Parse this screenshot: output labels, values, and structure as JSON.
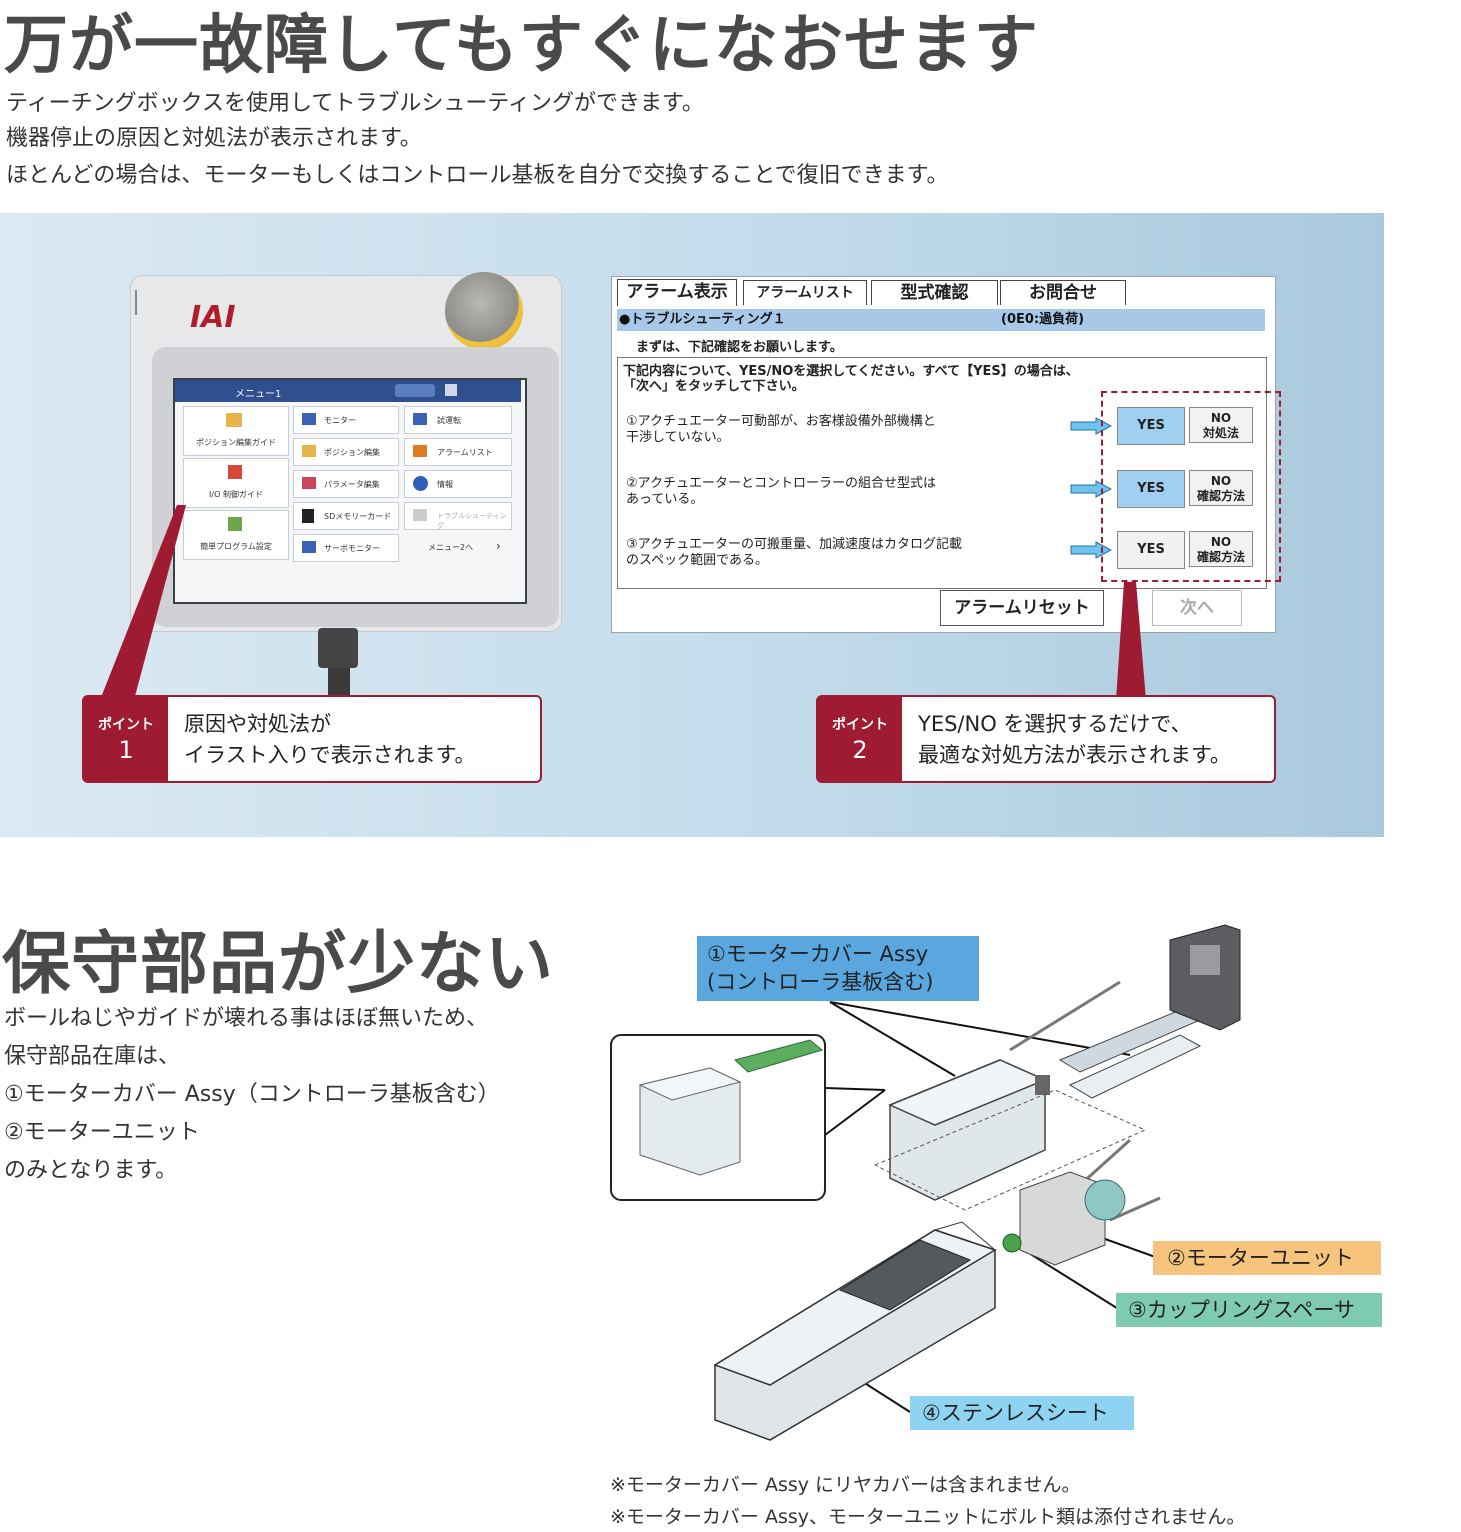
{
  "section1": {
    "title": "万が一故障してもすぐになおせます",
    "intro": [
      "ティーチングボックスを使用してトラブルシューティングができます。",
      "機器停止の原因と対処法が表示されます。",
      "ほとんどの場合は、モーターもしくはコントロール基板を自分で交換することで復旧できます。"
    ]
  },
  "pendant": {
    "logo": "IAI",
    "menu_title": "メニュー1",
    "tiles": [
      "ポジション編集ガイド",
      "I/O 制御ガイド",
      "簡単プログラム設定",
      "モニター",
      "ポジション編集",
      "パラメータ編集",
      "SDメモリーカード",
      "サーボモニター",
      "試運転",
      "アラームリスト",
      "情報",
      "トラブルシューティング",
      "メニュー2へ"
    ]
  },
  "alarm_window": {
    "tabs": [
      "アラーム表示",
      "アラームリスト",
      "型式確認",
      "お問合せ"
    ],
    "trouble_title": "●トラブルシューティング１",
    "trouble_code": "(0E0:過負荷)",
    "confirm": "まずは、下記確認をお願いします。",
    "instruction_1": "下記内容について、YES/NOを選択してください。すべて【YES】の場合は、",
    "instruction_2": "「次へ」をタッチして下さい。",
    "questions": [
      {
        "line1": "①アクチュエーター可動部が、お客様設備外部機構と",
        "line2": "干渉していない。",
        "yes": "YES",
        "no1": "NO",
        "no2": "対処法",
        "yes_selected": true
      },
      {
        "line1": "②アクチュエーターとコントローラーの組合せ型式は",
        "line2": "あっている。",
        "yes": "YES",
        "no1": "NO",
        "no2": "確認方法",
        "yes_selected": true
      },
      {
        "line1": "③アクチュエーターの可搬重量、加減速度はカタログ記載",
        "line2": "のスペック範囲である。",
        "yes": "YES",
        "no1": "NO",
        "no2": "確認方法",
        "yes_selected": false
      }
    ],
    "reset_button": "アラームリセット",
    "next_button": "次へ"
  },
  "callouts": [
    {
      "tag": "ポイント",
      "num": "1",
      "line1": "原因や対処法が",
      "line2": "イラスト入りで表示されます。"
    },
    {
      "tag": "ポイント",
      "num": "2",
      "line1": "YES/NO を選択するだけで、",
      "line2": "最適な対処方法が表示されます。"
    }
  ],
  "section2": {
    "title": "保守部品が少ない",
    "body": [
      "ボールねじやガイドが壊れる事はほぼ無いため、",
      "保守部品在庫は、",
      "①モーターカバー Assy（コントローラ基板含む）",
      "②モーターユニット",
      "のみとなります。"
    ],
    "labels": {
      "cover_1": "①モーターカバー Assy",
      "cover_2": "(コントローラ基板含む)",
      "motor_unit": "②モーターユニット",
      "coupling": "③カップリングスペーサ",
      "sheet": "④ステンレスシート"
    },
    "notes": [
      "※モーターカバー Assy にリヤカバーは含まれません。",
      "※モーターカバー Assy、モーターユニットにボルト類は添付されません。"
    ]
  },
  "colors": {
    "accent": "#9e1b32",
    "panel_bg": "#c3dceb",
    "label_blue": "#5aa7e0",
    "label_orange": "#f7c47e",
    "label_teal": "#7fcbb0",
    "label_sky": "#8fd3f2"
  }
}
